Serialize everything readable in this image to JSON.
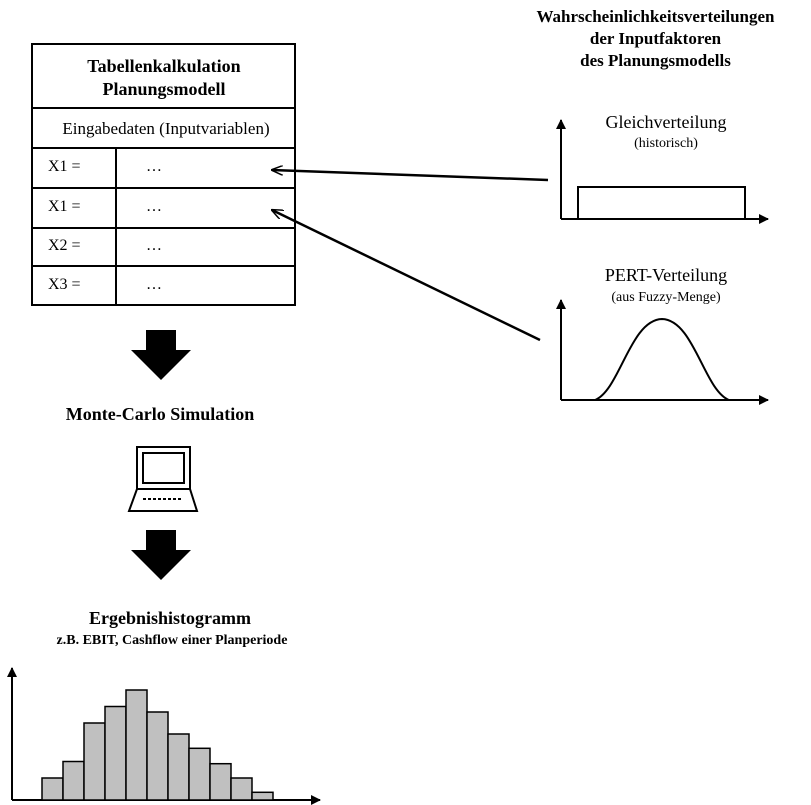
{
  "header_right": {
    "line1": "Wahrscheinlichkeitsverteilungen",
    "line2": "der Inputfaktoren",
    "line3": "des Planungsmodells"
  },
  "spreadsheet": {
    "title_line1": "Tabellenkalkulation",
    "title_line2": "Planungsmodell",
    "input_header": "Eingabedaten (Inputvariablen)",
    "rows": [
      {
        "label": "X1 =",
        "value": "…"
      },
      {
        "label": "X1 =",
        "value": "…"
      },
      {
        "label": "X2 =",
        "value": "…"
      },
      {
        "label": "X3 =",
        "value": "…"
      }
    ]
  },
  "distributions": {
    "uniform": {
      "title": "Gleichverteilung",
      "subtitle": "(historisch)"
    },
    "pert": {
      "title": "PERT-Verteilung",
      "subtitle": "(aus Fuzzy-Menge)"
    }
  },
  "simulation": {
    "label": "Monte-Carlo Simulation"
  },
  "result": {
    "title": "Ergebnishistogramm",
    "subtitle": "z.B. EBIT, Cashflow einer Planperiode",
    "bar_heights_relative": [
      0.2,
      0.35,
      0.7,
      0.85,
      1.0,
      0.8,
      0.6,
      0.47,
      0.33,
      0.2,
      0.07
    ]
  },
  "colors": {
    "bar_fill": "#c0c0c0",
    "stroke": "#000000"
  }
}
